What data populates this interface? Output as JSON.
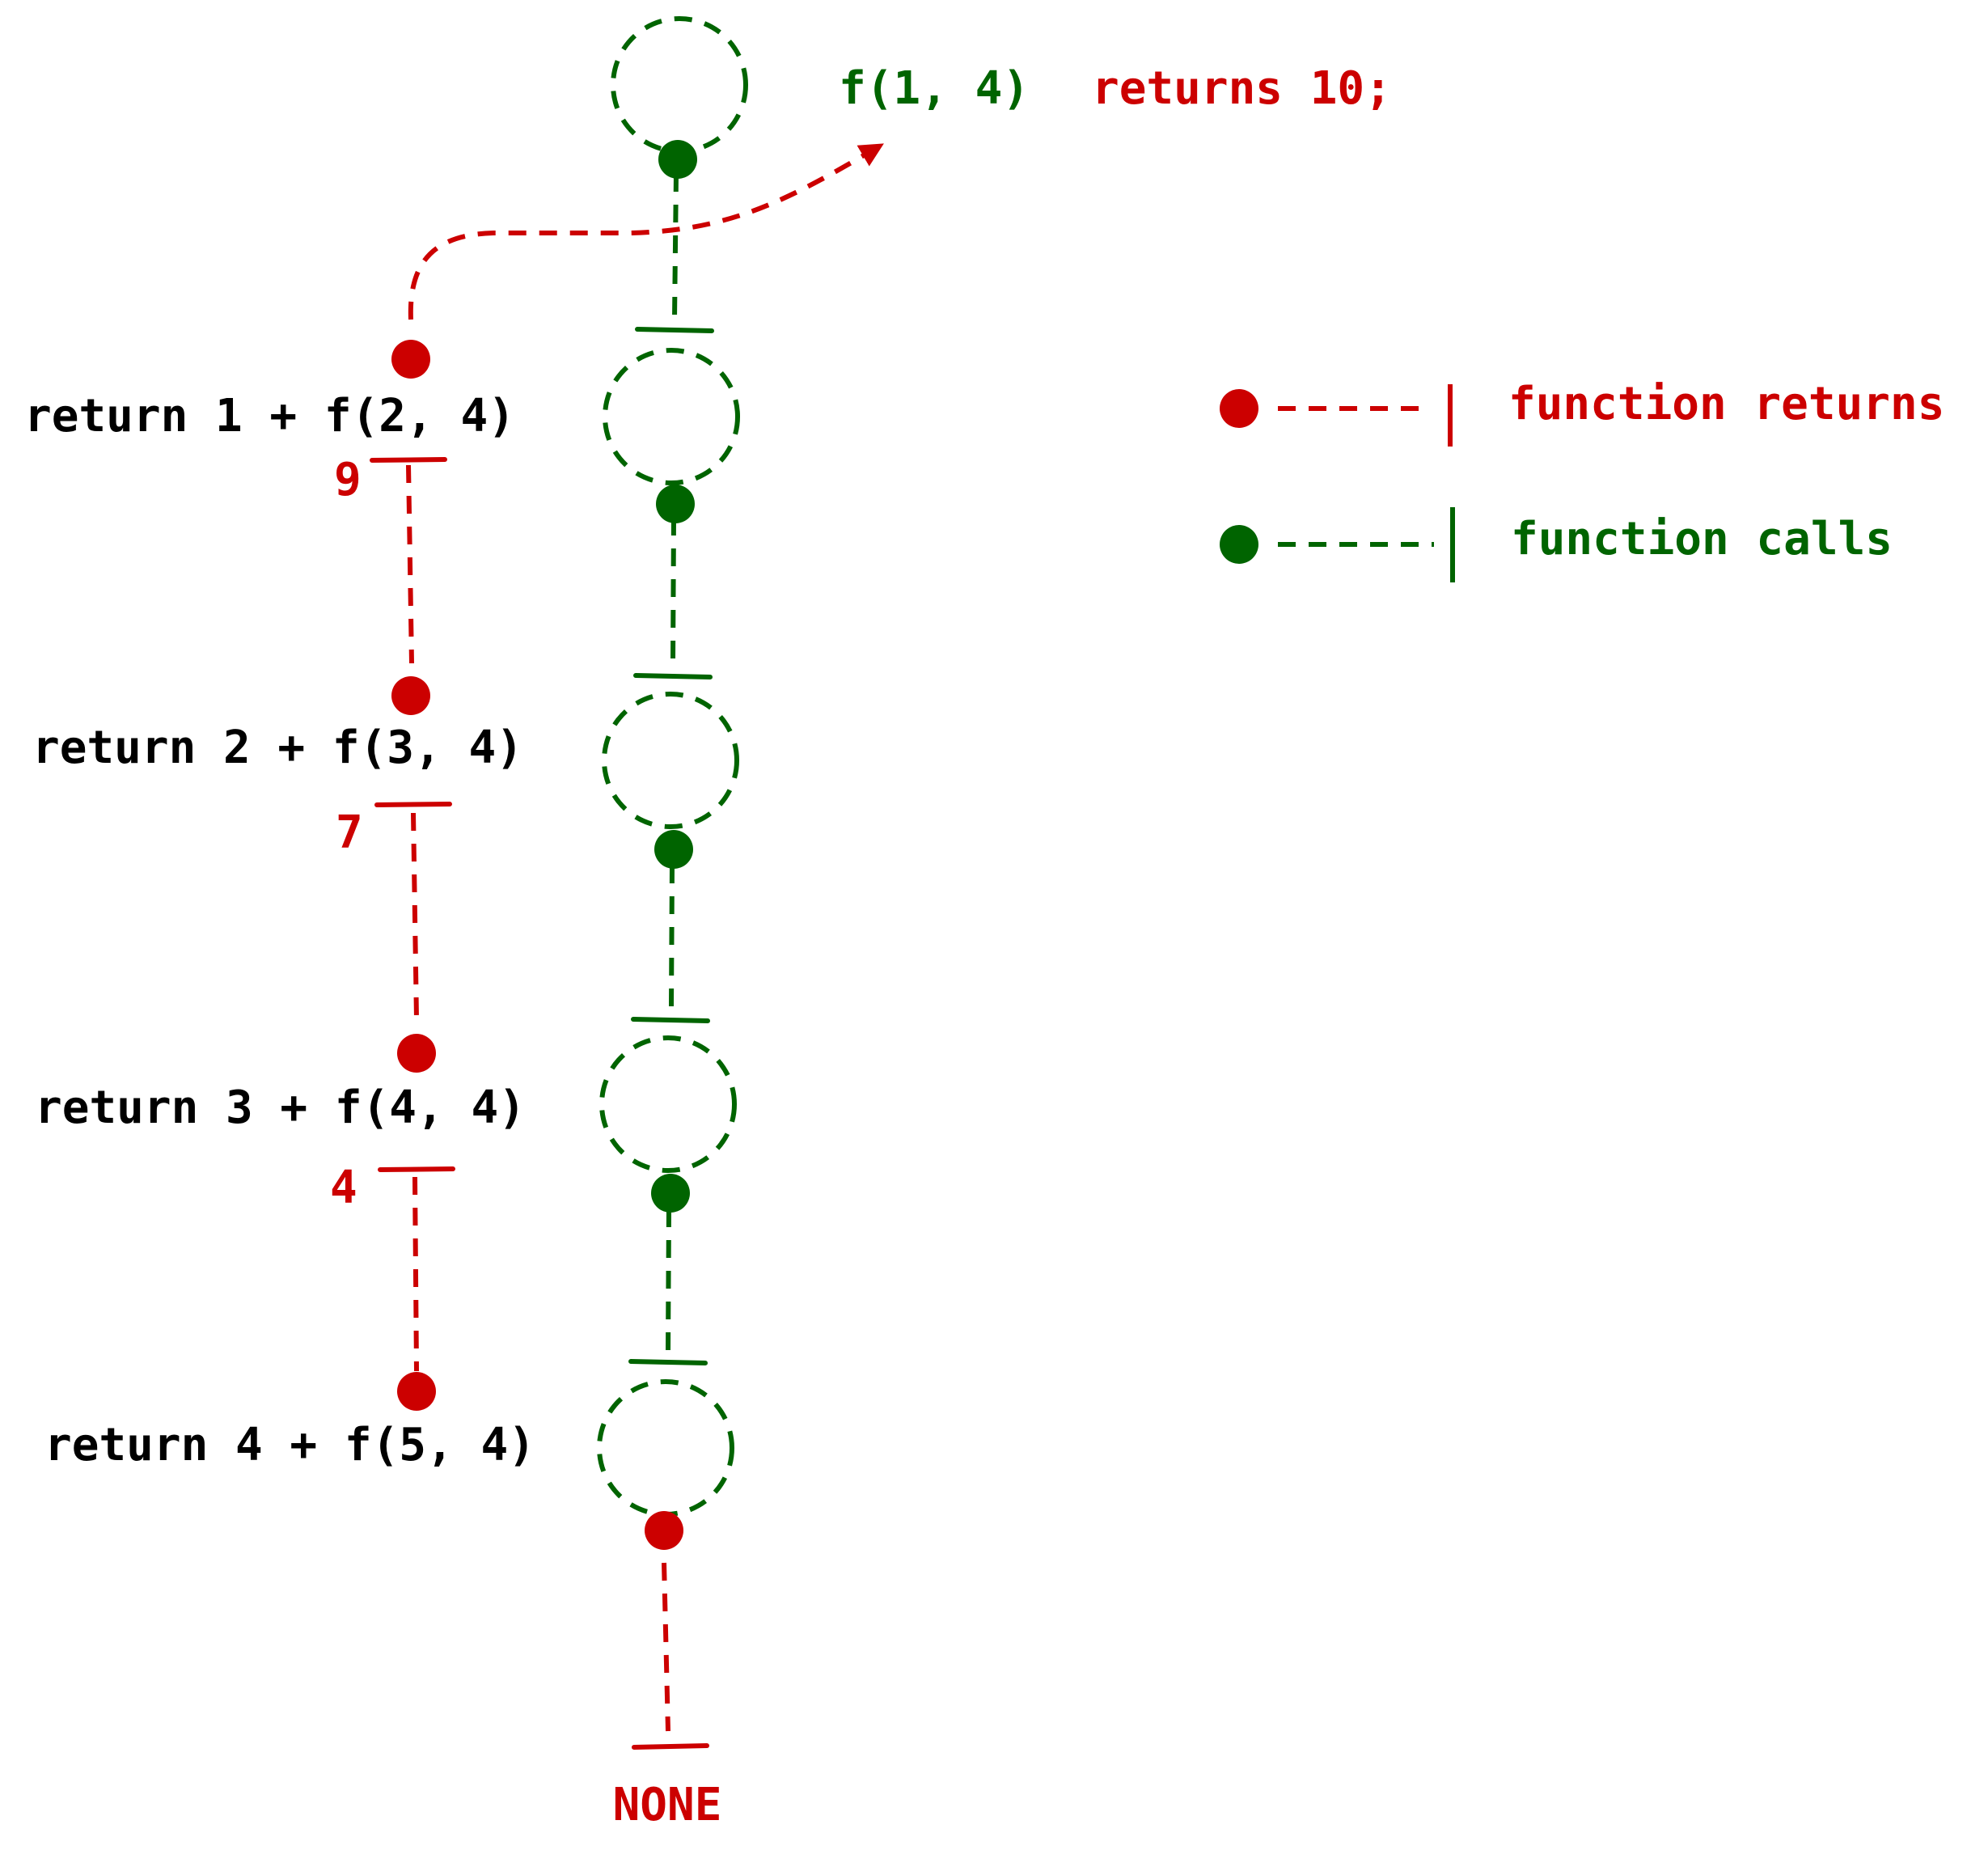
{
  "colors": {
    "call": "#006400",
    "return": "#cc0000",
    "text": "#000000",
    "background": "#ffffff"
  },
  "header": {
    "call_label": "f(1, 4)",
    "result_label": "returns 10;"
  },
  "frames": [
    {
      "expression": "return 1 + f(2, 4)",
      "return_value": "9"
    },
    {
      "expression": "return 2 + f(3, 4)",
      "return_value": "7"
    },
    {
      "expression": "return 3 + f(4, 4)",
      "return_value": "4"
    },
    {
      "expression": "return 4 + f(5, 4)",
      "return_value": ""
    }
  ],
  "base_case": "NONE",
  "legend": {
    "returns_label": "function returns",
    "calls_label": "function calls"
  }
}
